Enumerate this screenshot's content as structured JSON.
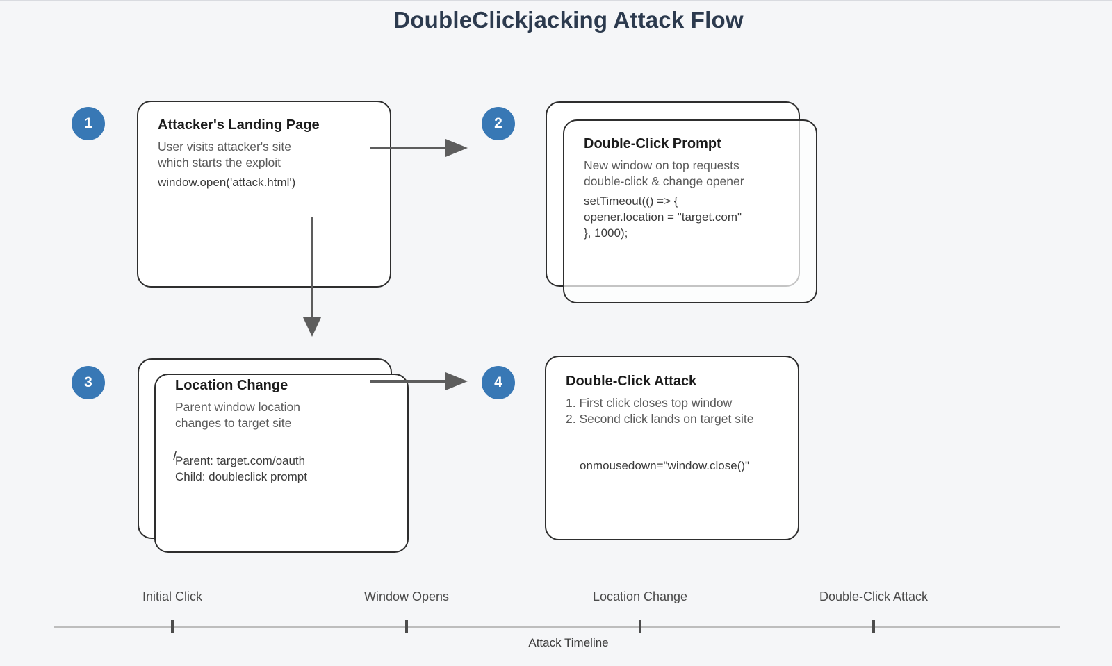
{
  "title": "DoubleClickjacking Attack Flow",
  "steps": [
    {
      "number": "1",
      "heading": "Attacker's Landing Page",
      "desc": [
        "User visits attacker's site",
        "which starts the exploit"
      ],
      "code": [
        "window.open('attack.html')"
      ]
    },
    {
      "number": "2",
      "heading": "Double-Click Prompt",
      "desc": [
        "New window on top requests",
        "double-click & change opener"
      ],
      "code": [
        "setTimeout(() => {",
        "opener.location = \"target.com\"",
        "}, 1000);"
      ]
    },
    {
      "number": "3",
      "heading": "Location Change",
      "desc": [
        "Parent window location",
        "changes to target site"
      ],
      "code": [
        "Parent: target.com/oauth",
        "Child: doubleclick prompt"
      ],
      "artifact_mark": "/"
    },
    {
      "number": "4",
      "heading": "Double-Click Attack",
      "desc": [
        "1. First click closes top window",
        "2. Second click lands on target site"
      ],
      "code": [
        "onmousedown=\"window.close()\""
      ]
    }
  ],
  "timeline": {
    "caption": "Attack Timeline",
    "milestones": [
      "Initial Click",
      "Window Opens",
      "Location Change",
      "Double-Click Attack"
    ]
  },
  "colors": {
    "background": "#f5f6f8",
    "accent_blue": "#3878b5",
    "card_border": "#2e2e2e",
    "arrow_gray": "#5d5d5d",
    "title_text": "#2c3a4e"
  }
}
